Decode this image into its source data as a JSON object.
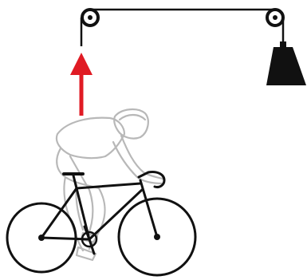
{
  "diagram": {
    "elements": [
      {
        "id": "pulley-left",
        "kind": "pulley-icon"
      },
      {
        "id": "pulley-right",
        "kind": "pulley-icon"
      },
      {
        "id": "rope",
        "kind": "rope"
      },
      {
        "id": "counterweight",
        "kind": "weight-icon"
      },
      {
        "id": "lift-arrow",
        "kind": "arrow-up-icon"
      },
      {
        "id": "cyclist",
        "kind": "cyclist-figure"
      },
      {
        "id": "bicycle",
        "kind": "bicycle-icon"
      }
    ],
    "colors": {
      "rope": "#111111",
      "weight": "#111111",
      "arrow": "#e01b24",
      "cyclist_outline": "#b8b8b8",
      "bicycle": "#111111",
      "background": "#ffffff"
    }
  }
}
